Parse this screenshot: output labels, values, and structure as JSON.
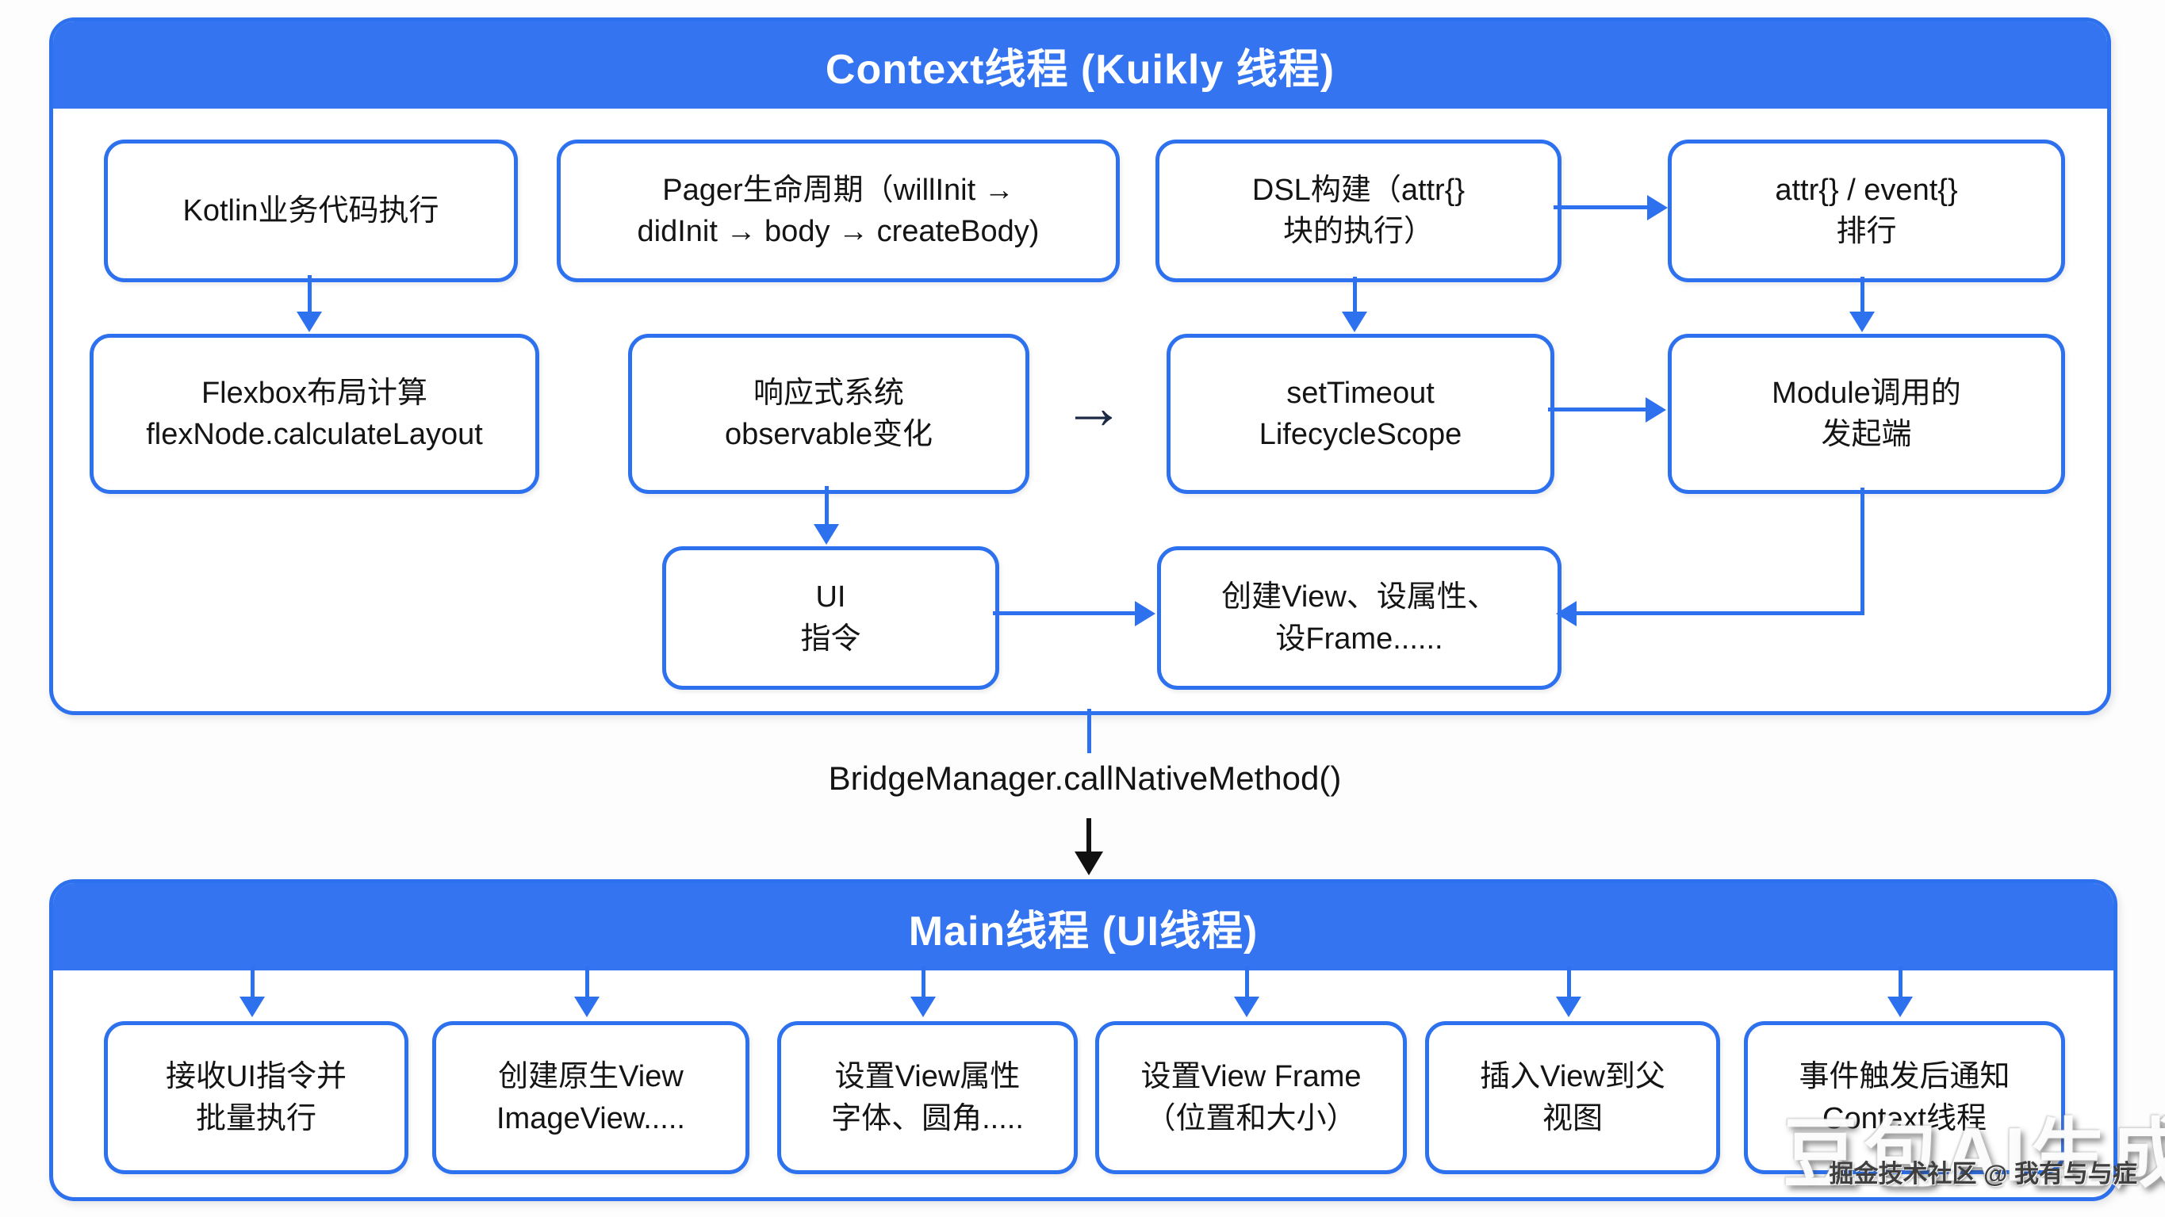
{
  "colors": {
    "accent_blue": "#3474f0",
    "box_border": "#2e71ee",
    "text": "#141414",
    "dark_arrow": "#1c2a45"
  },
  "context_thread": {
    "title": "Context线程 (Kuikly 线程)",
    "nodes": {
      "kotlin": "Kotlin业务代码执行",
      "pager": "Pager生命周期（willInit →\ndidInit → body → createBody)",
      "dsl": "DSL构建（attr{}\n块的执行）",
      "attr_event": "attr{} / event{}\n排行",
      "flexbox": "Flexbox布局计算\nflexNode.calculateLayout",
      "reactive": "响应式系统\nobservable变化",
      "settimeout": "setTimeout\nLifecycleScope",
      "module": "Module调用的\n发起端",
      "ui_command": "UI\n指令",
      "create_view": "创建View、设属性、\n设Frame......"
    }
  },
  "bridge": {
    "label": "BridgeManager.callNativeMethod()"
  },
  "main_thread": {
    "title": "Main线程 (UI线程)",
    "nodes": {
      "receive": "接收UI指令并\n批量执行",
      "create_native": "创建原生View\nImageView.....",
      "set_attr": "设置View属性\n字体、圆角.....",
      "set_frame": "设置View Frame\n（位置和大小）",
      "insert": "插入View到父\n视图",
      "notify": "事件触发后通知\nContext线程"
    }
  },
  "glyphs": {
    "flow_arrow": "→"
  },
  "watermark": {
    "big": "豆包AI生成",
    "small": "掘金技术社区 @ 我有与与症"
  }
}
